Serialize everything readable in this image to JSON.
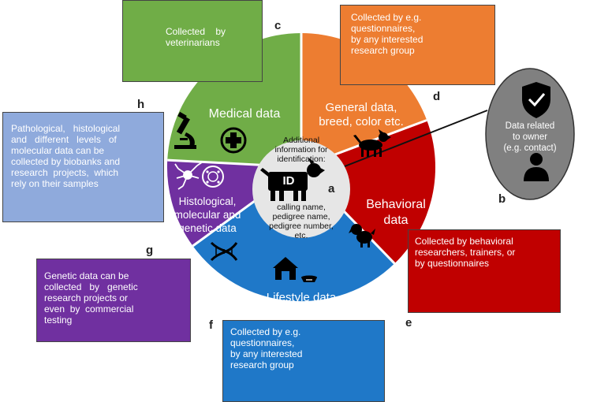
{
  "segments": {
    "medical": {
      "label": "Medical data",
      "color": "#70AD47"
    },
    "general": {
      "label": "General data,\nbreed, color etc.",
      "color": "#ED7D31"
    },
    "behavioral": {
      "label": "Behavioral\ndata",
      "color": "#C00000"
    },
    "lifestyle": {
      "label": "Lifestyle data",
      "color": "#1F78C8"
    },
    "histological": {
      "label": "Histological,\nmolecular and\ngenetic data",
      "color": "#7030A0"
    }
  },
  "center": {
    "intro": "Additional\ninformation for\nidentification:",
    "id_badge": "ID",
    "list": "calling name,\npedigree name,\npedigree number,\netc.",
    "color": "#E6E6E6"
  },
  "owner": {
    "text": "Data related\nto owner\n(e.g. contact)",
    "color": "#808080"
  },
  "boxes": {
    "c": {
      "text": "Collected    by\nveterinarians",
      "color": "#70AD47"
    },
    "d": {
      "text": "Collected by e.g.\nquestionnaires,\nby any interested\nresearch group",
      "color": "#ED7D31"
    },
    "h": {
      "text": "Pathological,   histological\nand   different   levels   of\nmolecular data can be\ncollected by biobanks and\nresearch  projects,  which\nrely on their samples",
      "color": "#8FAADC"
    },
    "e": {
      "text": "Collected by behavioral\nresearchers, trainers, or\nby questionnaires",
      "color": "#C00000"
    },
    "g": {
      "text": "Genetic data can be\ncollected   by   genetic\nresearch projects or\neven  by  commercial\ntesting",
      "color": "#7030A0"
    },
    "f": {
      "text": "Collected by e.g.\nquestionnaires,\nby any interested\nresearch group",
      "color": "#1F78C8"
    }
  },
  "letters": {
    "a": "a",
    "b": "b",
    "c": "c",
    "d": "d",
    "e": "e",
    "f": "f",
    "g": "g",
    "h": "h"
  },
  "icons": [
    "stethoscope-doctor-icon",
    "researcher-magnifier-dog-icon",
    "checklist-icon",
    "shield-check-icon",
    "person-icon",
    "cloud-network-icon",
    "scientist-icon",
    "microscope-icon",
    "medical-cross-icon",
    "neuron-icon",
    "cell-icon",
    "dna-icon",
    "dog-icon",
    "dog-house-icon",
    "dog-bowl-icon",
    "puppy-icon",
    "id-dog-icon"
  ]
}
